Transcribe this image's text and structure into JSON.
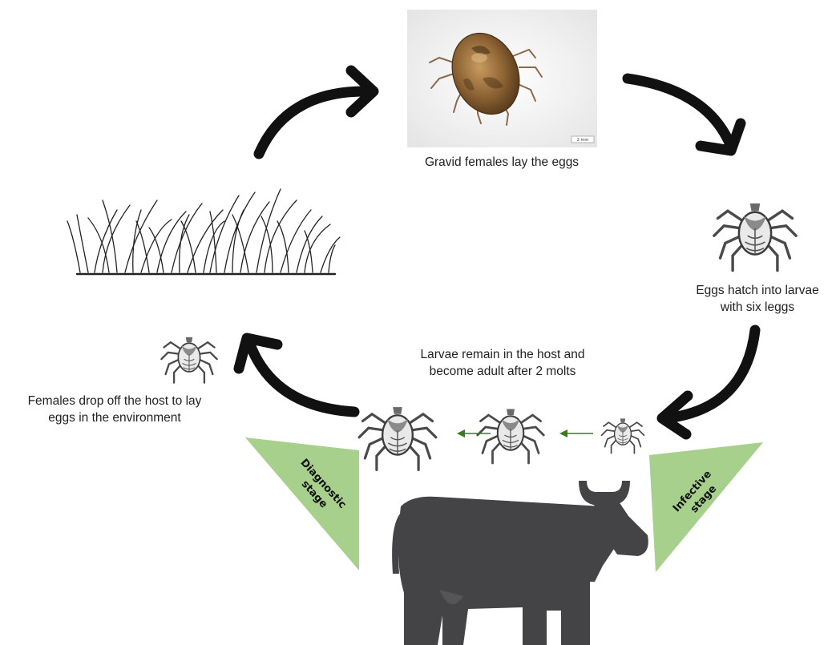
{
  "captions": {
    "gravid": "Gravid females lay the eggs",
    "hatch_line1": "Eggs hatch into larvae",
    "hatch_line2": "with six leggs",
    "remain_line1": "Larvae remain in the host and",
    "remain_line2": "become adult after 2 molts",
    "drop_line1": "Females drop off the host to lay",
    "drop_line2": "eggs in the environment"
  },
  "stages": {
    "diagnostic_line1": "Diagnostic",
    "diagnostic_line2": "stage",
    "infective_line1": "Infective",
    "infective_line2": "stage"
  },
  "photo_scale_label": "2 mm",
  "colors": {
    "arrow": "#111111",
    "cow": "#444446",
    "stage_triangle": "#a8d08d",
    "small_arrow": "#3d7a1f",
    "tick": "#4a4a4a"
  }
}
